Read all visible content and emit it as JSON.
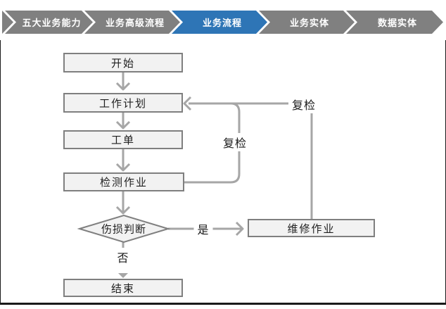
{
  "breadcrumb": {
    "items": [
      {
        "label": "五大业务能力",
        "active": false
      },
      {
        "label": "业务高级流程",
        "active": false
      },
      {
        "label": "业务流程",
        "active": true
      },
      {
        "label": "业务实体",
        "active": false
      },
      {
        "label": "数据实体",
        "active": false
      }
    ],
    "colors": {
      "inactive": "#808080",
      "active": "#2E75B6",
      "text": "#FFFFFF"
    }
  },
  "flowchart": {
    "nodes": [
      {
        "id": "start",
        "label": "开始",
        "type": "process"
      },
      {
        "id": "work-plan",
        "label": "工作计划",
        "type": "process"
      },
      {
        "id": "work-order",
        "label": "工单",
        "type": "process"
      },
      {
        "id": "inspection-job",
        "label": "检测作业",
        "type": "process"
      },
      {
        "id": "damage-judgment",
        "label": "伤损判断",
        "type": "decision"
      },
      {
        "id": "repair-job",
        "label": "维修作业",
        "type": "process"
      },
      {
        "id": "end",
        "label": "结束",
        "type": "process"
      }
    ],
    "edge_labels": {
      "recheck_inner": "复检",
      "recheck_outer": "复检",
      "yes": "是",
      "no": "否"
    },
    "colors": {
      "node_fill": "#F2F2F2",
      "node_border": "#7F7F7F",
      "connector": "#A6A6A6",
      "text": "#1F1F1F"
    }
  }
}
